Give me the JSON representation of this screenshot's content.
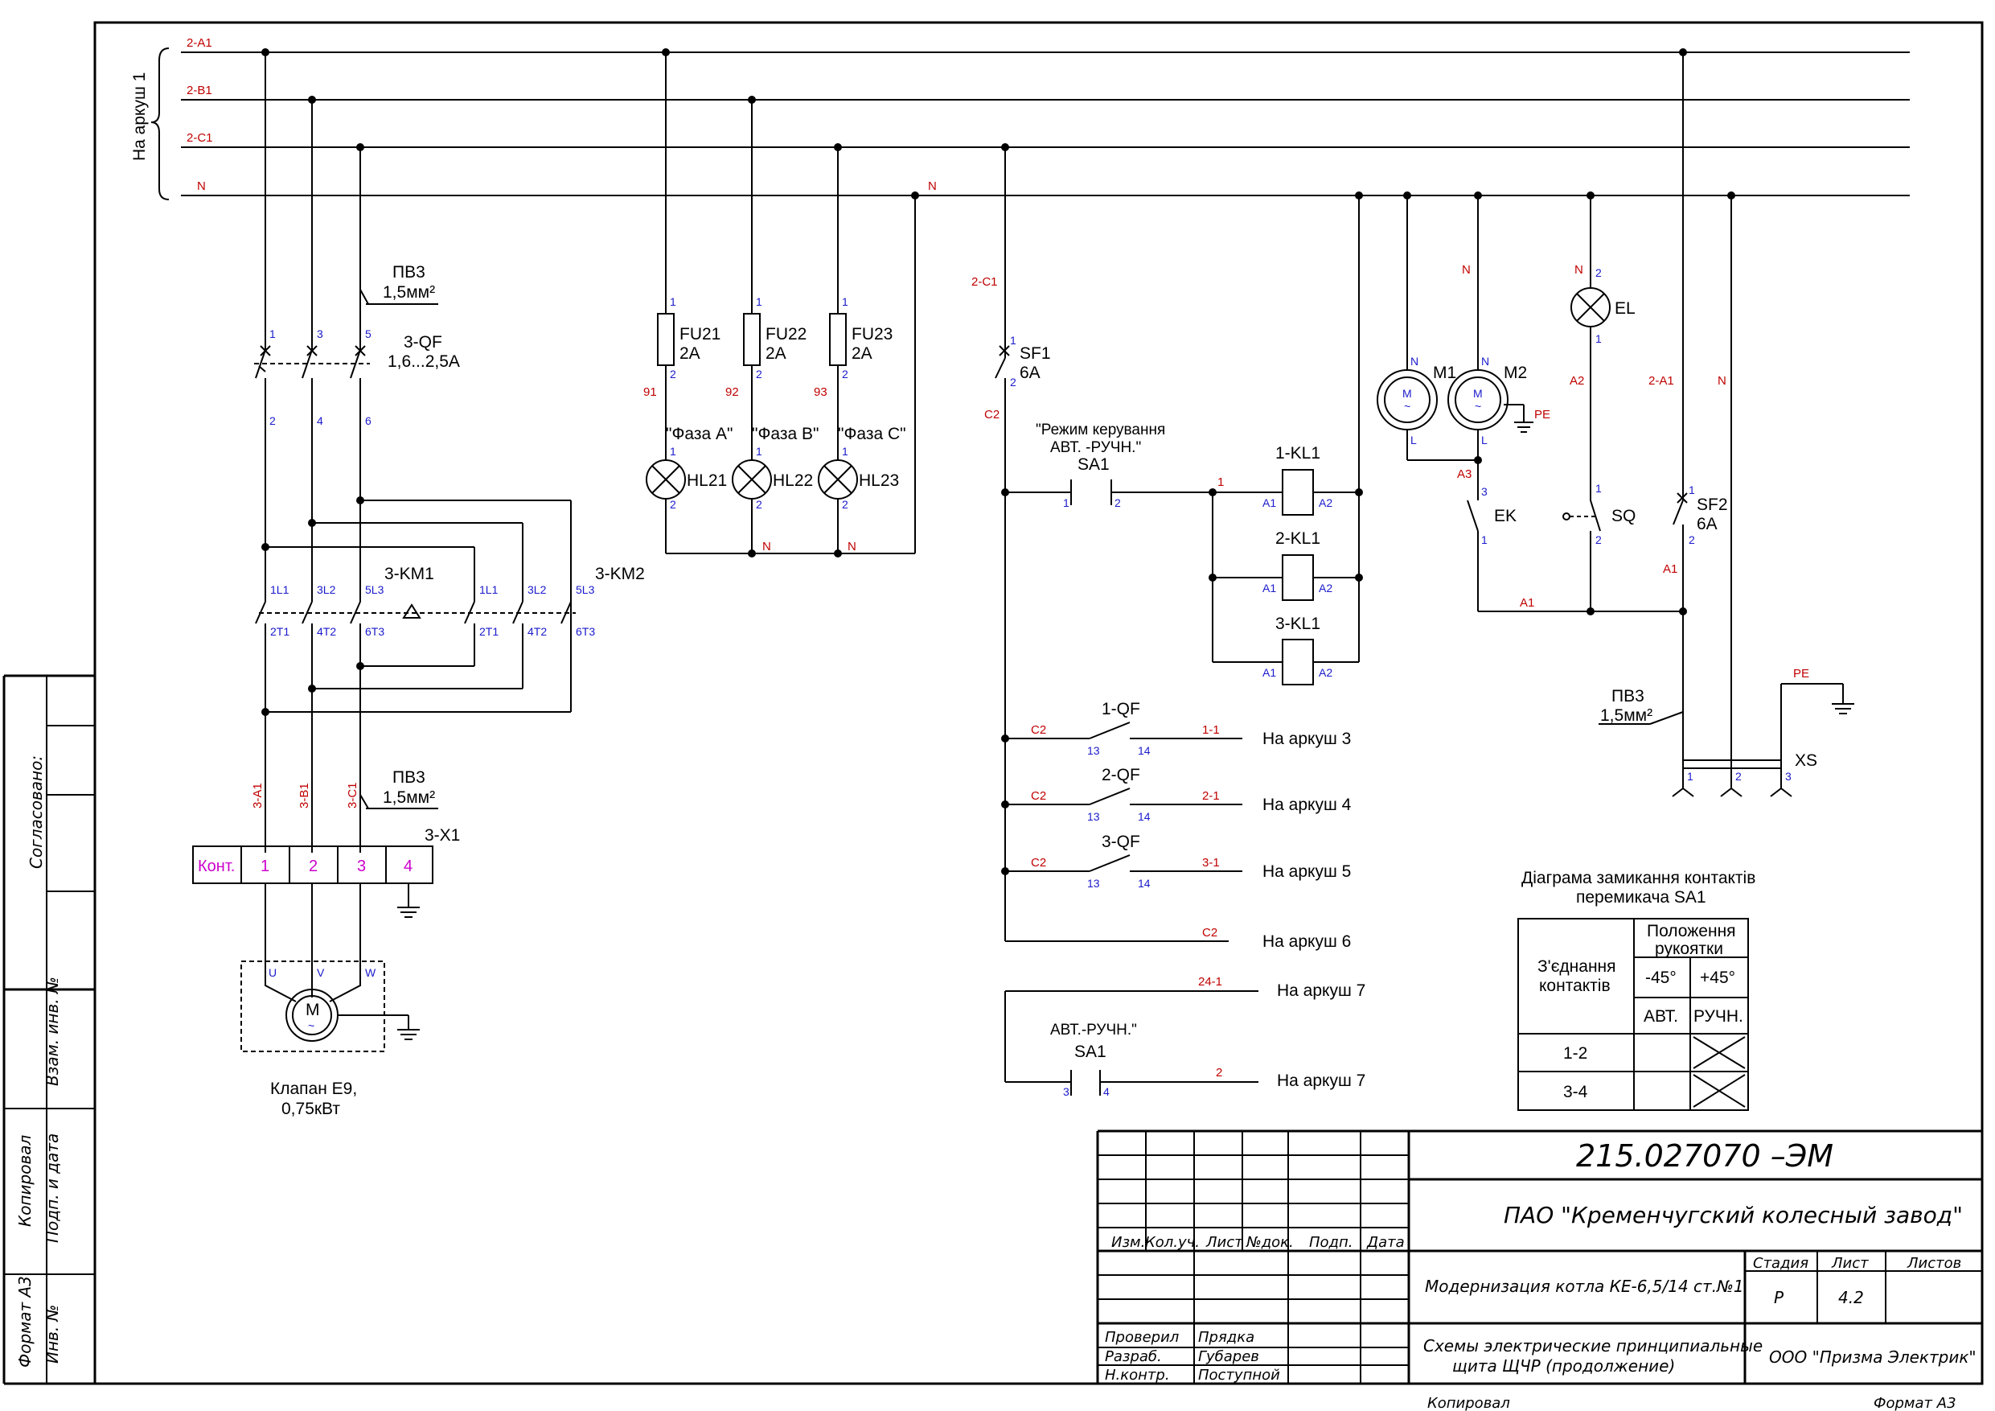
{
  "bus": {
    "a1": "2-A1",
    "b1": "2-B1",
    "c1": "2-C1",
    "n": "N",
    "from_sheet": "На аркуш 1"
  },
  "breaker3qf": {
    "name": "3-QF",
    "rating": "1,6...2,5А",
    "cable": "ПВ3",
    "cable_size": "1,5мм²",
    "top_pins": [
      "1",
      "3",
      "5"
    ],
    "bottom_pins": [
      "2",
      "4",
      "6"
    ]
  },
  "contactors": {
    "km1": "3-KM1",
    "km2": "3-KM2",
    "top_pins": [
      "1L1",
      "3L2",
      "5L3"
    ],
    "bottom_pins": [
      "2T1",
      "4T2",
      "6T3"
    ]
  },
  "motor_feed": {
    "wires": [
      "3-A1",
      "3-B1",
      "3-C1"
    ],
    "cable": "ПВ3",
    "cable_size": "1,5мм²",
    "terminal_name": "3-X1",
    "terminal_cells": [
      "Конт.",
      "1",
      "2",
      "3",
      "4"
    ],
    "phases": [
      "U",
      "V",
      "W"
    ],
    "motor": "M",
    "motor_sub": "~",
    "caption_line1": "Клапан E9,",
    "caption_line2": "0,75кВт"
  },
  "fuses": [
    {
      "name": "FU21",
      "rating": "2А",
      "wire": "91",
      "pin_top": "1",
      "pin_bot": "2"
    },
    {
      "name": "FU22",
      "rating": "2А",
      "wire": "92",
      "pin_top": "1",
      "pin_bot": "2"
    },
    {
      "name": "FU23",
      "rating": "2А",
      "wire": "93",
      "pin_top": "1",
      "pin_bot": "2"
    }
  ],
  "lamps": [
    {
      "name": "HL21",
      "phase": "\"Фаза A\""
    },
    {
      "name": "HL22",
      "phase": "\"Фаза B\""
    },
    {
      "name": "HL23",
      "phase": "\"Фаза C\""
    }
  ],
  "n_labels": {
    "n1": "N",
    "n2": "N",
    "n3": "N"
  },
  "control": {
    "sf1_wire": "2-C1",
    "sf1": "SF1",
    "sf1_rating": "6А",
    "c2": "C2",
    "mode_caption1": "\"Режим керування",
    "mode_caption2": "АВТ. -РУЧН.\"",
    "sa1": "SA1",
    "sa1_pin1": "1",
    "sa1_pin2": "2",
    "wire1": "1",
    "relays": [
      "1-KL1",
      "2-KL1",
      "3-KL1"
    ],
    "a1": "A1",
    "a2": "A2",
    "qf_contacts": [
      {
        "name": "1-QF",
        "wire_in": "C2",
        "pin13": "13",
        "pin14": "14",
        "wire_out": "1-1",
        "dest": "На аркуш 3"
      },
      {
        "name": "2-QF",
        "wire_in": "C2",
        "pin13": "13",
        "pin14": "14",
        "wire_out": "2-1",
        "dest": "На аркуш 4"
      },
      {
        "name": "3-QF",
        "wire_in": "C2",
        "pin13": "13",
        "pin14": "14",
        "wire_out": "3-1",
        "dest": "На аркуш 5"
      }
    ],
    "c2_out": "C2",
    "dest6": "На аркуш 6",
    "wire24": "24-1",
    "dest7a": "На аркуш 7",
    "sa1b_caption": "АВТ.-РУЧН.\"",
    "sa1b": "SA1",
    "sa1b_pin3": "3",
    "sa1b_pin4": "4",
    "wire2": "2",
    "dest7b": "На аркуш 7"
  },
  "right": {
    "m1": "M1",
    "m2": "M2",
    "m_letter": "M",
    "m_sub": "~",
    "n": "N",
    "l": "L",
    "pe": "PE",
    "a3": "A3",
    "ek": "EK",
    "ek_pin3": "3",
    "ek_pin1": "1",
    "el": "EL",
    "el_n": "N",
    "el_pin2": "2",
    "el_pin1": "1",
    "a2": "A2",
    "sq": "SQ",
    "sq_pin1": "1",
    "sq_pin2": "2",
    "a1_left": "A1",
    "sf2_wire": "2-A1",
    "sf2_n": "N",
    "sf2": "SF2",
    "sf2_rating": "6А",
    "sf2_pin1": "1",
    "sf2_pin2": "2",
    "sf2_a1": "A1",
    "cable": "ПВ3",
    "cable_size": "1,5мм²",
    "pe2": "PE",
    "xs": "XS",
    "xs_pins": [
      "1",
      "2",
      "3"
    ]
  },
  "diagram_table": {
    "title1": "Діаграма замикання контактів",
    "title2": "перемикача SA1",
    "col_conn1": "З'єднання",
    "col_conn2": "контактів",
    "col_pos1": "Положення",
    "col_pos2": "рукоятки",
    "angle1": "-45°",
    "angle2": "+45°",
    "mode1": "АВТ.",
    "mode2": "РУЧН.",
    "rows": [
      "1-2",
      "3-4"
    ]
  },
  "title_block": {
    "doc_code": "215.027070 –ЭМ",
    "company": "ПАО \"Кременчугский колесный завод\"",
    "project": "Модернизация котла КЕ-6,5/14 ст.№1",
    "drawing1": "Схемы электрические принципиальные",
    "drawing2": "щита ЩЧР (продолжение)",
    "org": "ООО \"Призма Электрик\"",
    "hdr": [
      "Изм.",
      "Кол.уч.",
      "Лист",
      "№док.",
      "Подп.",
      "Дата"
    ],
    "stage_h": "Стадия",
    "sheet_h": "Лист",
    "sheets_h": "Листов",
    "stage": "Р",
    "sheet": "4.2",
    "roles": [
      "Проверил",
      "Разраб.",
      "Н.контр."
    ],
    "names": [
      "Прядка",
      "Губарев",
      "Поступной"
    ],
    "copied": "Копировал",
    "format": "Формат А3",
    "side_agreed": "Согласовано:",
    "side_inv_vz": "Взам. инв. №",
    "side_sign": "Подп. и дата",
    "side_inv": "Инв. №",
    "side_copied": "Копировал",
    "side_format": "Формат А3"
  }
}
